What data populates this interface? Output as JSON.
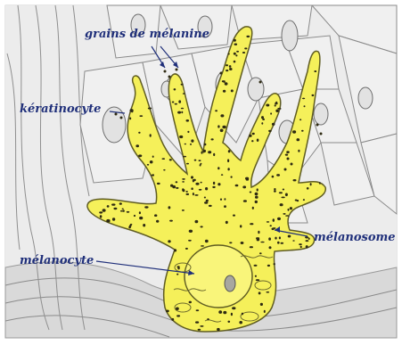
{
  "diagram": {
    "labels": {
      "grains": "grains de mélanine",
      "keratinocyte": "kératinocyte",
      "melanosome": "mélanosome",
      "melanocyte": "mélanocyte"
    },
    "colors": {
      "background": "#ffffff",
      "tissue": "#e7e7e7",
      "cell_outline": "#7a7a7a",
      "melanocyte_fill": "#f5f05a",
      "melanocyte_edge": "#5f5c22",
      "granule": "#2e2a12",
      "label": "#1f2f7a"
    }
  }
}
